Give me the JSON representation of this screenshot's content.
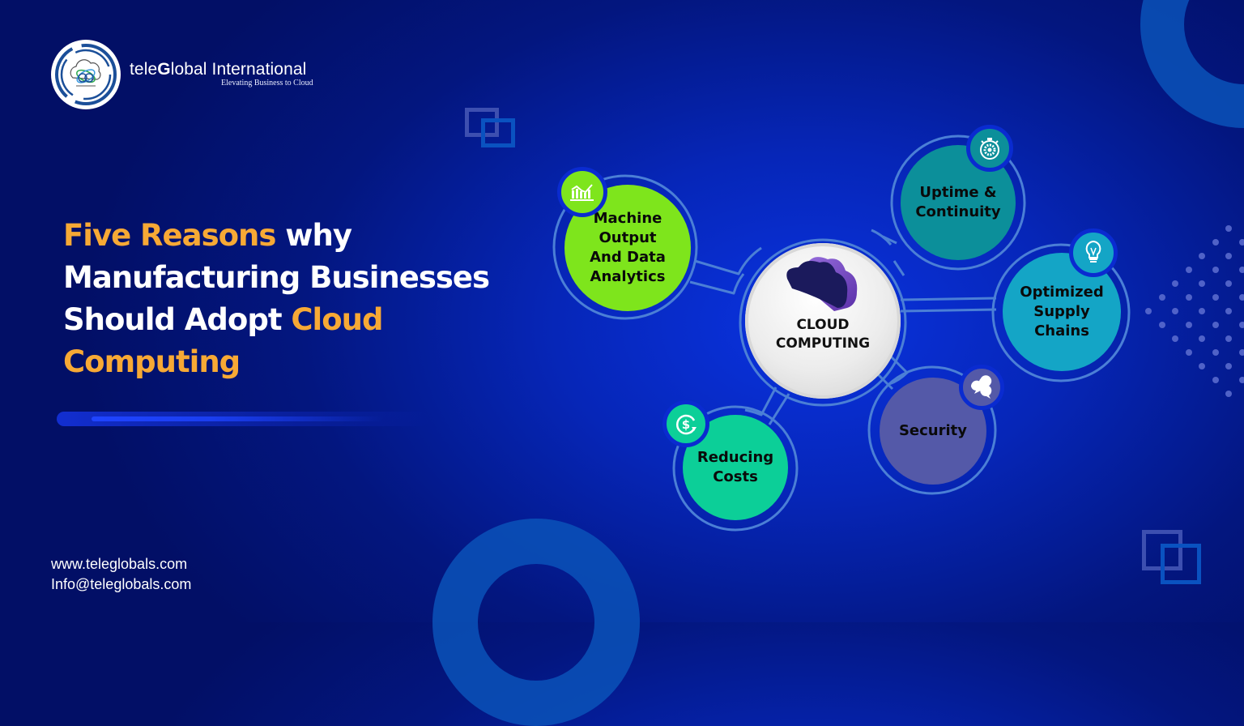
{
  "brand": {
    "name_prefix": "tele",
    "name_bold": "G",
    "name_suffix": "lobal International",
    "tagline": "Elevating Business to Cloud",
    "logo_icon": "cloud-atom-logo-icon"
  },
  "headline": {
    "part1_highlight": "Five Reasons",
    "part2": " why Manufacturing Businesses Should Adopt ",
    "part3_highlight": "Cloud Computing"
  },
  "contact": {
    "website": "www.teleglobals.com",
    "email": "Info@teleglobals.com"
  },
  "diagram": {
    "center": {
      "line1": "CLOUD",
      "line2": "COMPUTING",
      "icon": "cloud-icon"
    },
    "nodes": [
      {
        "label_lines": [
          "Machine",
          "Output",
          "And Data",
          "Analytics"
        ],
        "icon": "bar-chart-icon",
        "color": "#7ee51c"
      },
      {
        "label_lines": [
          "Uptime &",
          "Continuity"
        ],
        "icon": "stopwatch-gear-icon",
        "color": "#0c8f9a"
      },
      {
        "label_lines": [
          "Optimized",
          "Supply",
          "Chains"
        ],
        "icon": "lightbulb-icon",
        "color": "#14a5c6"
      },
      {
        "label_lines": [
          "Security"
        ],
        "icon": "chat-bubbles-icon",
        "color": "#5459a8"
      },
      {
        "label_lines": [
          "Reducing",
          "Costs"
        ],
        "icon": "dollar-refresh-icon",
        "color": "#0ccf98"
      }
    ]
  },
  "colors": {
    "background": "#0626b8",
    "highlight": "#f7a935",
    "outline": "#4b7fd6"
  }
}
